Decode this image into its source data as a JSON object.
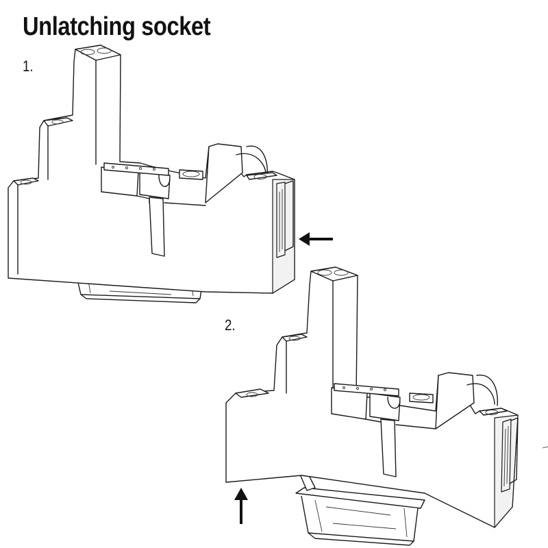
{
  "title": "Unlatching socket",
  "steps": [
    {
      "label": "1."
    },
    {
      "label": "2."
    }
  ],
  "icons": [
    "arrow-left-icon",
    "arrow-up-icon"
  ]
}
